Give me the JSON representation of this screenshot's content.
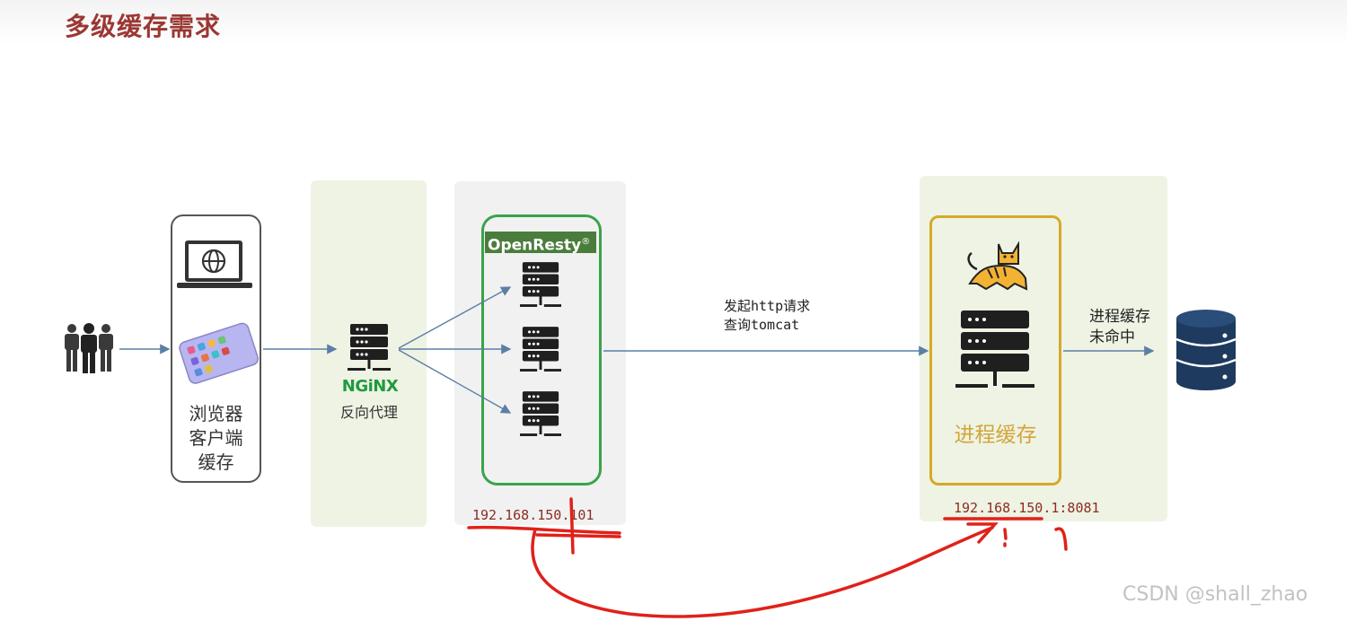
{
  "title": "多级缓存需求",
  "client": {
    "label": "浏览器\n客户端\n缓存"
  },
  "nginx": {
    "logo": "NGiNX",
    "label": "反向代理"
  },
  "openresty": {
    "logo": "OpenResty",
    "mark": "®",
    "ip": "192.168.150.101"
  },
  "request": {
    "label": "发起http请求\n查询tomcat"
  },
  "tomcat": {
    "label": "进程缓存",
    "ip": "192.168.150.1:8081"
  },
  "db_edge": {
    "label": "进程缓存\n未命中"
  },
  "icons": [
    "users-icon",
    "laptop-globe-icon",
    "phone-icon",
    "server-icon",
    "tomcat-cat-icon",
    "database-icon"
  ],
  "colors": {
    "title": "#9b3733",
    "openresty_border": "#3aa34a",
    "tomcat_border": "#d4aa2a",
    "arrow": "#5b7fa6",
    "annotation": "#e0211a"
  },
  "watermark": "CSDN @shall_zhao"
}
